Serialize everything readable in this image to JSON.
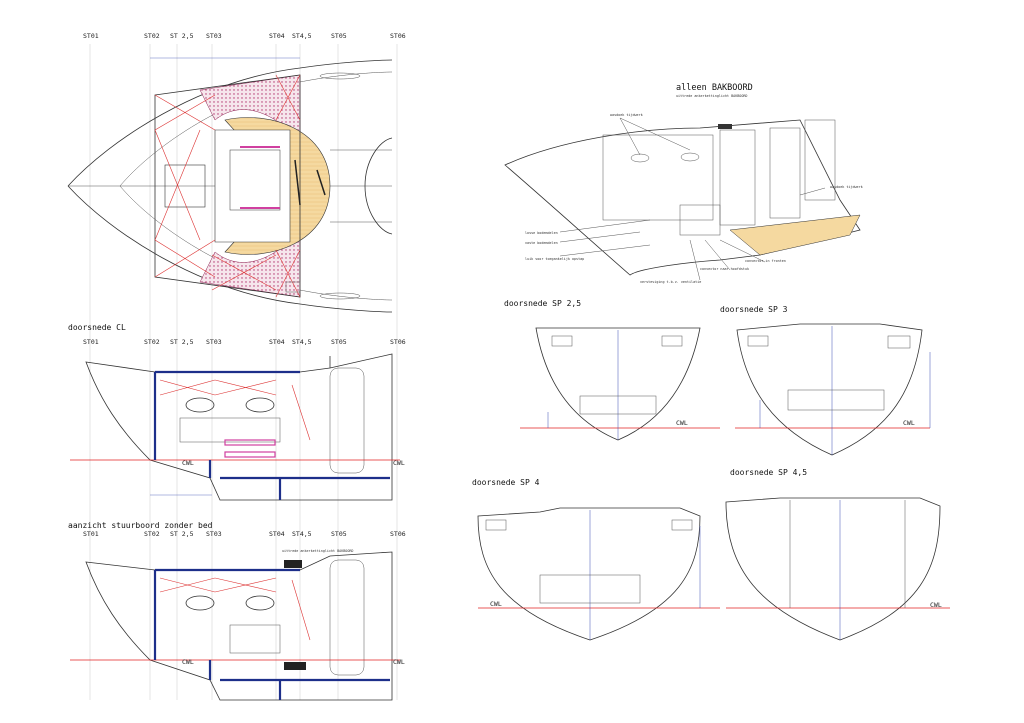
{
  "stations": [
    "ST01",
    "ST02",
    "ST 2,5",
    "ST03",
    "ST04",
    "ST4,5",
    "ST05",
    "ST06"
  ],
  "views": {
    "plan": {
      "title": ""
    },
    "section_cl": {
      "title": "doorsnede  CL",
      "cwl": "CWL"
    },
    "side_view": {
      "title": "aanzicht stuurboord zonder bed",
      "cwl": "CWL",
      "note": "uittrede ankerkettinglicht BAKBOORD"
    }
  },
  "iso": {
    "title": "alleen BAKBOORD",
    "subtitle": "uittrede ankerkettinglicht BAKBOORD",
    "callouts": [
      "wasdoek tijdwerk",
      "wasdoek tijdwerk",
      "losse bodemdelen",
      "vaste bodemdelen",
      "luik voor toegankelijk opstap",
      "versteviging t.b.v. ventilatie",
      "convector naar hoofdstuk",
      "convector in fronten"
    ]
  },
  "sections": [
    {
      "title": "doorsnede  SP 2,5",
      "cwl": "CWL"
    },
    {
      "title": "doorsnede  SP 3",
      "cwl": "CWL"
    },
    {
      "title": "doorsnede  SP 4",
      "cwl": "CWL"
    },
    {
      "title": "doorsnede  SP 4,5",
      "cwl": "CWL"
    }
  ],
  "colors": {
    "structure": "#1d2f8a",
    "bracing": "#e02020",
    "floor": "#f5d9a0",
    "cwl": "#e02020"
  }
}
